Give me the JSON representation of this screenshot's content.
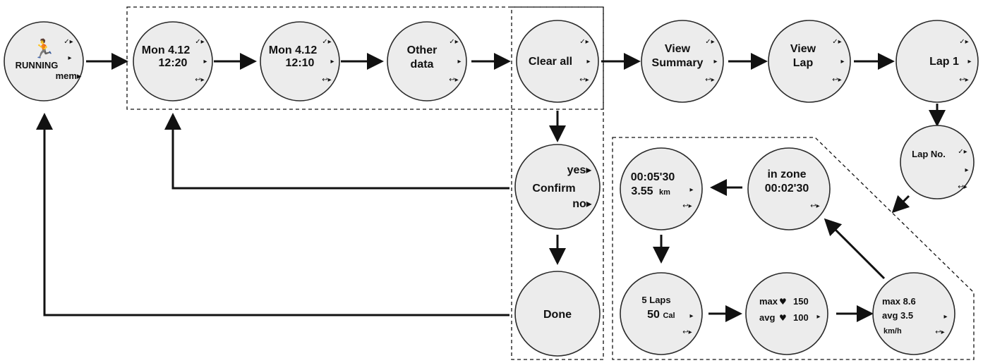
{
  "icons": {
    "check": "✓▸",
    "play": "▸",
    "back": "↩▸",
    "heart": "♥"
  },
  "nodes": {
    "running": {
      "title": "RUNNING",
      "mem": "mem▸"
    },
    "mon1": {
      "line1": "Mon  4.12",
      "line2": "12:20"
    },
    "mon2": {
      "line1": "Mon  4.12",
      "line2": "12:10"
    },
    "other": {
      "line1": "Other",
      "line2": "data"
    },
    "clear": {
      "line1": "Clear all"
    },
    "summary": {
      "line1": "View",
      "line2": "Summary"
    },
    "viewlap": {
      "line1": "View",
      "line2": "Lap"
    },
    "lap1": {
      "line1": "Lap 1"
    },
    "lapno": {
      "line1": "Lap No."
    },
    "confirm": {
      "yes": "yes▸",
      "label": "Confirm",
      "no": "no▸"
    },
    "done": {
      "line1": "Done"
    },
    "inzone": {
      "line1": "in zone",
      "line2": "00:02'30"
    },
    "time": {
      "line1": "00:05'30",
      "line2": "3.55",
      "unit": "km"
    },
    "laps": {
      "line1": "5 Laps",
      "line2": "50",
      "unit": "Cal"
    },
    "heart": {
      "max_label": "max",
      "max_value": "150",
      "avg_label": "avg",
      "avg_value": "100"
    },
    "speed": {
      "line1": "max  8.6",
      "line2": "avg  3.5",
      "unit": "km/h"
    }
  }
}
